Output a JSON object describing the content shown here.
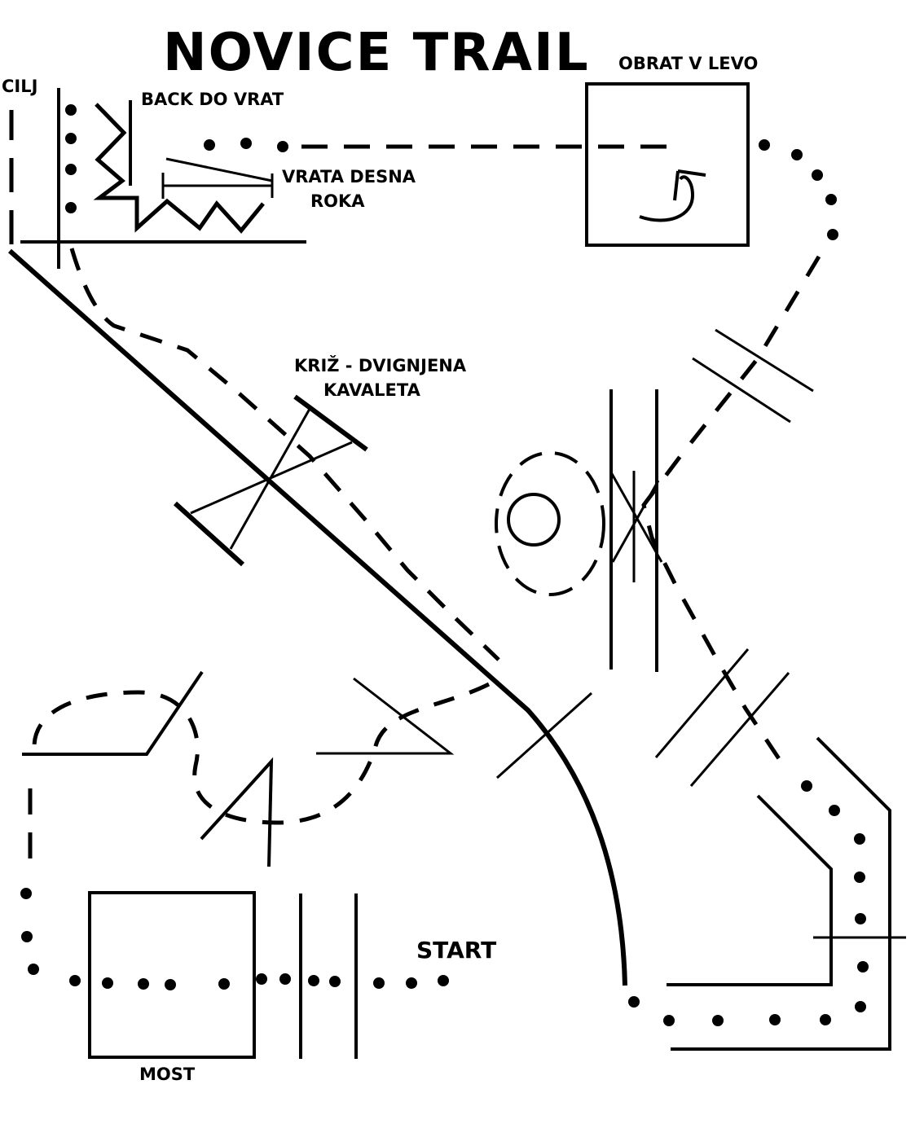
{
  "title": "NOVICE TRAIL",
  "labels": {
    "finish": "CILJ",
    "back_through_gate": "BACK DO VRAT",
    "gate_right_hand_1": "VRATA DESNA",
    "gate_right_hand_2": "ROKA",
    "turn_left": "OBRAT V LEVO",
    "cross_raised_1": "KRIŽ - DVIGNJENA",
    "cross_raised_2": "KAVALETA",
    "start": "START",
    "bridge": "MOST"
  },
  "colors": {
    "ink": "#000000",
    "background": "#ffffff"
  }
}
